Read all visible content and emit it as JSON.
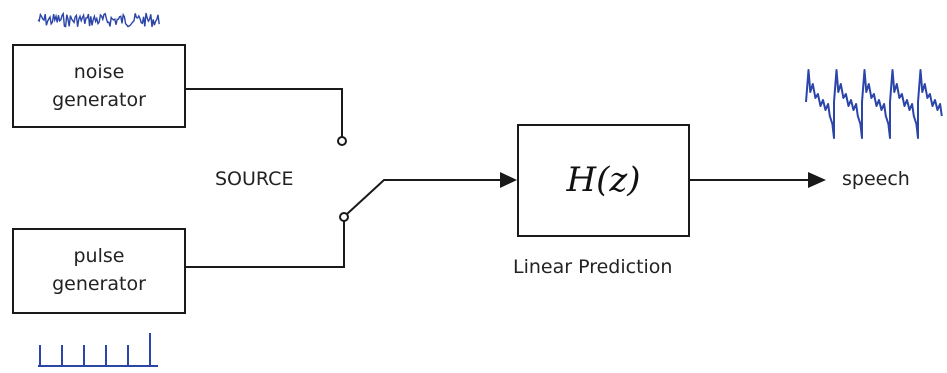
{
  "noise_block": {
    "line1": "noise",
    "line2": "generator"
  },
  "pulse_block": {
    "line1": "pulse",
    "line2": "generator"
  },
  "source_label": "SOURCE",
  "filter_block": {
    "formula": "H(z)",
    "caption": "Linear Prediction"
  },
  "output_label": "speech",
  "colors": {
    "signal": "#2b45a8",
    "line": "#1a1a1a"
  },
  "icons": {
    "noise": "noise-waveform-icon",
    "pulse": "pulse-train-icon",
    "speech": "speech-waveform-icon"
  }
}
